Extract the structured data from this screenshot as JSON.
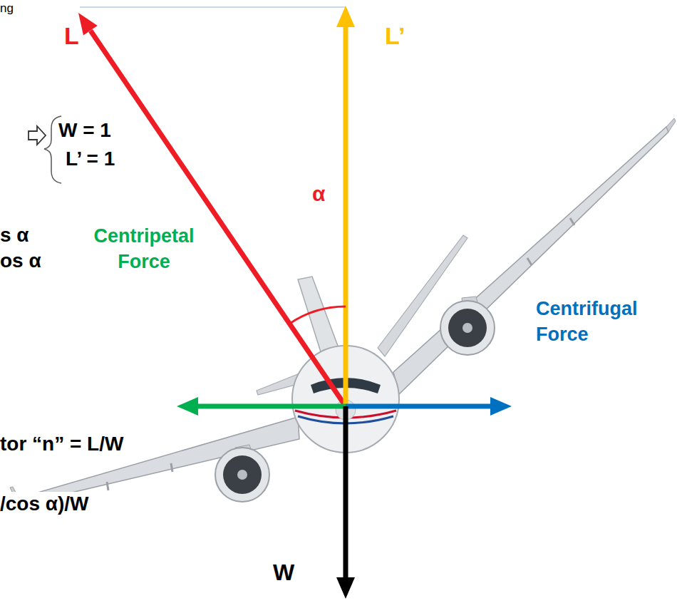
{
  "diagram": {
    "labels": [
      "ng",
      "L",
      "L’",
      "W = 1",
      "L’ = 1",
      "α",
      "s α",
      "Centripetal Force",
      "os α",
      "Centrifugal Force",
      "tor “n” = L/W",
      "/cos α)/W",
      "W"
    ]
  }
}
